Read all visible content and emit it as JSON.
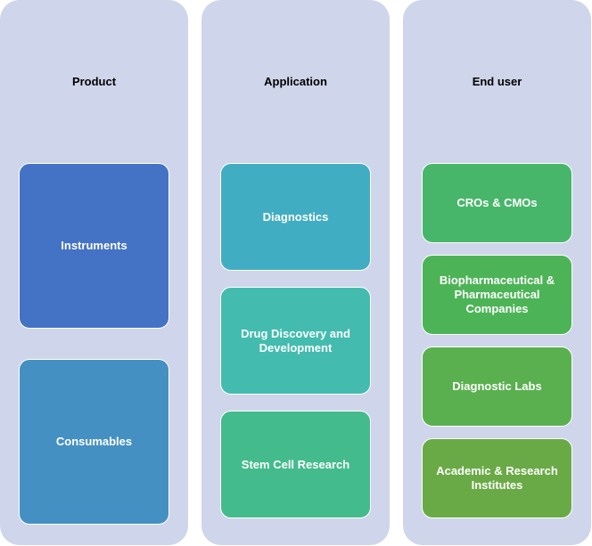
{
  "columns": [
    {
      "title": "Product",
      "items": [
        {
          "label": "Instruments",
          "color": "#4472c4"
        },
        {
          "label": "Consumables",
          "color": "#4590c2"
        }
      ]
    },
    {
      "title": "Application",
      "items": [
        {
          "label": "Diagnostics",
          "color": "#41adc3"
        },
        {
          "label": "Drug Discovery and Development",
          "color": "#43bcaf"
        },
        {
          "label": "Stem Cell Research",
          "color": "#44bb8c"
        }
      ]
    },
    {
      "title": "End user",
      "items": [
        {
          "label": "CROs & CMOs",
          "color": "#48b66a"
        },
        {
          "label": "Biopharmaceutical & Pharmaceutical Companies",
          "color": "#4cb456"
        },
        {
          "label": "Diagnostic Labs",
          "color": "#5ab04f"
        },
        {
          "label": "Academic & Research Institutes",
          "color": "#6aaa46"
        }
      ]
    }
  ]
}
